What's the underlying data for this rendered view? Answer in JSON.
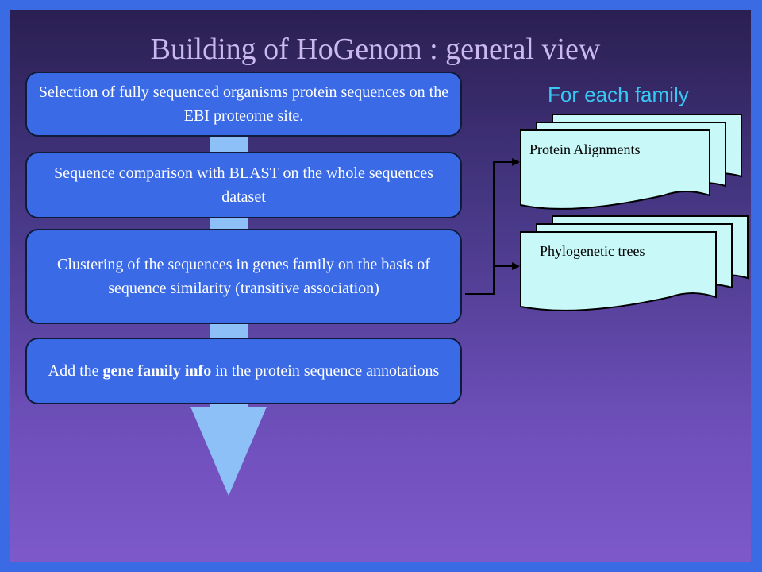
{
  "header": {
    "title": "Building of HoGenom : general view",
    "family_label": "For each family"
  },
  "steps": [
    {
      "text": "Selection of fully sequenced organisms protein sequences  on the  EBI proteome site."
    },
    {
      "text": "Sequence comparison with BLAST on the whole sequences dataset"
    },
    {
      "text": "Clustering of the sequences in genes family on the basis of  sequence similarity (transitive association)"
    },
    {
      "before": "Add the ",
      "bold": "gene family info",
      "after": " in the protein sequence annotations"
    }
  ],
  "outputs": [
    {
      "label": "Protein Alignments"
    },
    {
      "label": "Phylogenetic trees"
    }
  ],
  "colors": {
    "step_fill": "#3a6ae6",
    "arrow_fill": "#8ec0f8",
    "doc_fill": "#c8f8f8",
    "title": "#c9b9ef",
    "subtitle": "#38c8f4"
  }
}
